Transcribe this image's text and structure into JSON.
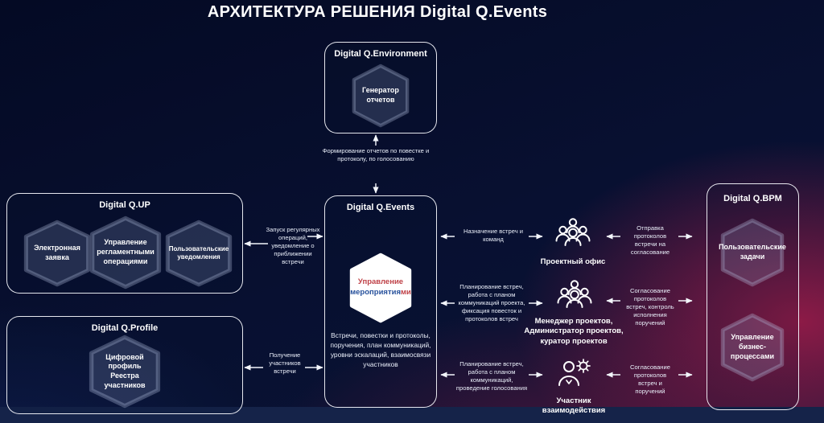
{
  "title": "АРХИТЕКТУРА РЕШЕНИЯ Digital Q.Events",
  "boxes": {
    "environment": {
      "title": "Digital Q.Environment",
      "hexagon": "Генератор отчетов"
    },
    "qup": {
      "title": "Digital Q.UP",
      "hexagons": [
        "Электронная заявка",
        "Управление регламентными операциями",
        "Пользовательские уведомления"
      ]
    },
    "profile": {
      "title": "Digital Q.Profile",
      "hexagon": "Цифровой профиль Реестра участников"
    },
    "events": {
      "title": "Digital Q.Events",
      "hexagon": {
        "line1": "Управление",
        "line2_main": "мероприятия",
        "line2_tail": "ми"
      },
      "description": "Встречи, повестки и протоколы, поручения, план коммуникаций, уровни эскалаций, взаимосвязи участников"
    },
    "bpm": {
      "title": "Digital Q.BPM",
      "hexagons": [
        "Пользовательские задачи",
        "Управление бизнес-процессами"
      ]
    }
  },
  "connections": {
    "environment_events": "Формирование отчетов по повестке и протоколу, по голосованию",
    "qup_events": "Запуск регулярных операций, уведомление о приближении встречи",
    "profile_events": "Получение участников встречи"
  },
  "actors": [
    {
      "left_label": "Назначение встреч и команд",
      "name": "Проектный офис",
      "right_label": "Отправка протоколов встречи на согласование",
      "icon": "team-icon"
    },
    {
      "left_label": "Планирование встреч, работа с планом коммуникаций проекта, фиксация повесток и протоколов встреч",
      "name": "Менеджер проектов,\nАдминистратор проектов,\nкуратор проектов",
      "right_label": "Согласование протоколов встреч, контроль исполнения поручений",
      "icon": "team-icon"
    },
    {
      "left_label": "Планирование встреч, работа с планом коммуникаций, проведение голосования",
      "name": "Участник взаимодействия",
      "right_label": "Согласование протоколов встреч и поручений",
      "icon": "person-gear-icon"
    }
  ],
  "colors": {
    "background": "#081031",
    "accent_red": "#a41c4a",
    "box_border": "#f2f5fb",
    "events_hex_red": "#bf4147",
    "events_hex_blue": "#27519c",
    "bottom_strip": "#152349"
  }
}
